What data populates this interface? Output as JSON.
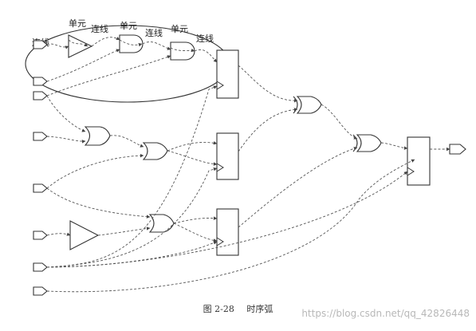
{
  "figure": {
    "labels": {
      "wire": "连线",
      "cell": "单元"
    },
    "caption_number": "图 2-28",
    "caption_text": "时序弧",
    "watermark": "https://blog.csdn.net/qq_42826448"
  }
}
